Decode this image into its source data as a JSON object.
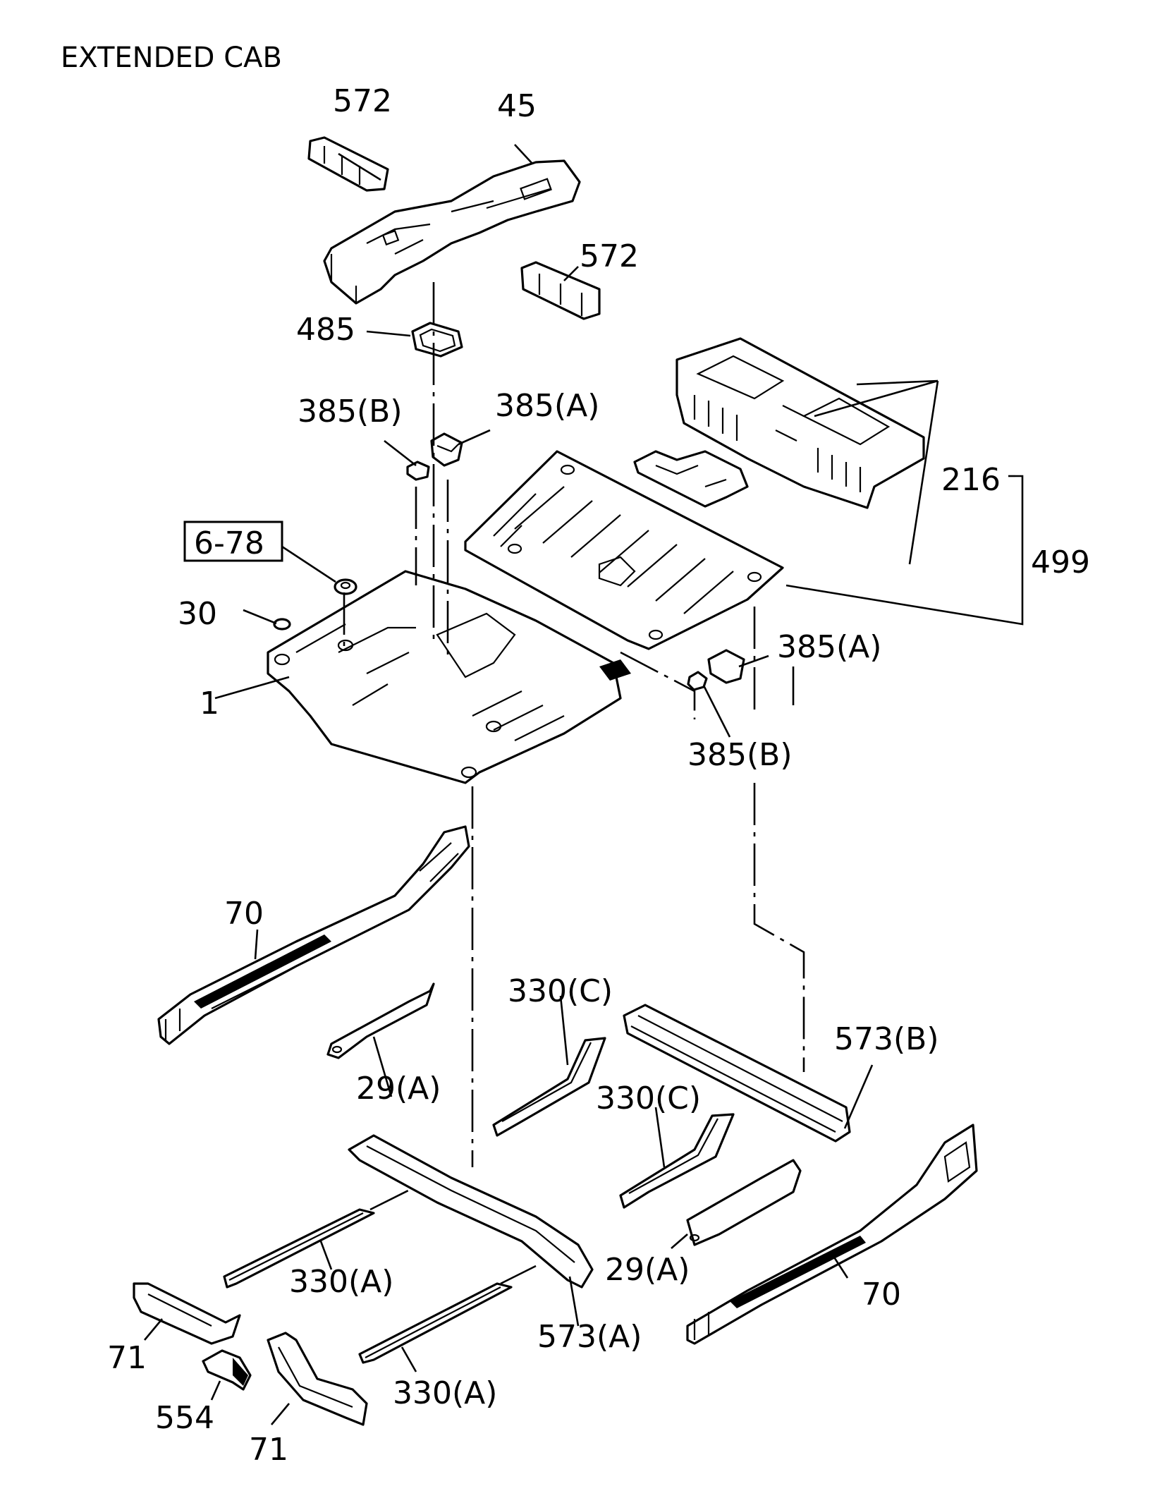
{
  "title": "EXTENDED CAB",
  "callouts": {
    "c572a": "572",
    "c45": "45",
    "c572b": "572",
    "c485": "485",
    "c385b_top": "385(B)",
    "c385a_top": "385(A)",
    "c216": "216",
    "c499": "499",
    "c678": "6-78",
    "c30": "30",
    "c1": "1",
    "c385a_right": "385(A)",
    "c385b_right": "385(B)",
    "c70_left": "70",
    "c29a_left": "29(A)",
    "c330c_top": "330(C)",
    "c573b": "573(B)",
    "c330c_mid": "330(C)",
    "c330a_upper": "330(A)",
    "c29a_right": "29(A)",
    "c70_right": "70",
    "c71_left": "71",
    "c573a": "573(A)",
    "c554": "554",
    "c330a_lower": "330(A)",
    "c71_bottom": "71"
  }
}
